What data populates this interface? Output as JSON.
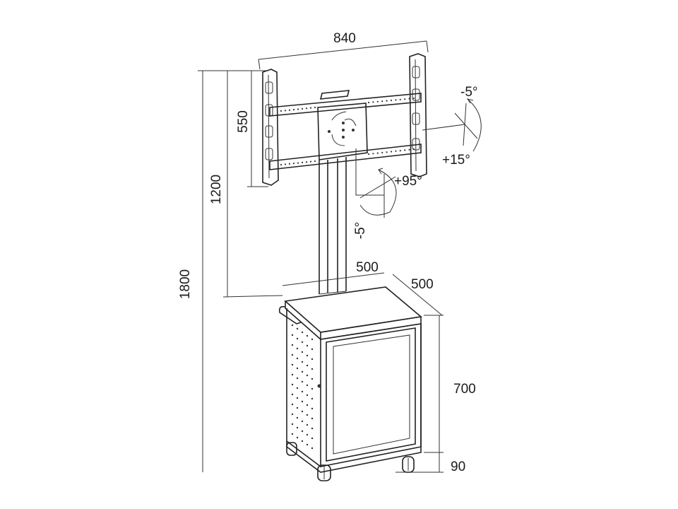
{
  "dimensions": {
    "screen_width": "840",
    "screen_height": "550",
    "mount_height": "1200",
    "total_height": "1800",
    "cabinet_width": "500",
    "cabinet_depth": "500",
    "cabinet_height": "700",
    "caster_height": "90"
  },
  "angles": {
    "tilt_up": "-5°",
    "tilt_down": "+15°",
    "swivel_plus": "+95°",
    "swivel_minus": "-5°"
  },
  "colors": {
    "line": "#222222",
    "background": "#ffffff"
  }
}
